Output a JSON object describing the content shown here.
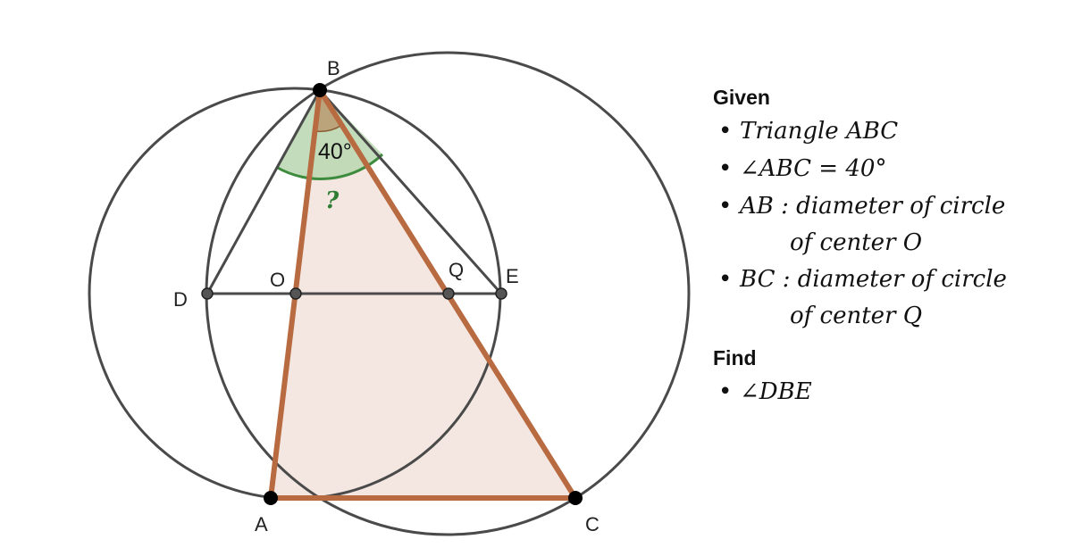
{
  "diagram": {
    "points": {
      "A": {
        "label": "A"
      },
      "B": {
        "label": "B"
      },
      "C": {
        "label": "C"
      },
      "D": {
        "label": "D"
      },
      "E": {
        "label": "E"
      },
      "O": {
        "label": "O"
      },
      "Q": {
        "label": "Q"
      }
    },
    "angle_label": "40°",
    "unknown_label": "?",
    "colors": {
      "circle_stroke": "#4a4a4a",
      "triangle_stroke": "#b86a40",
      "triangle_fill": "#f4e7e1",
      "sector_fill": "#b9d7b0",
      "sector_stroke": "#3d8b3d",
      "angle_wedge_fill": "#b89268",
      "unknown_color": "#2e7d32"
    }
  },
  "panel": {
    "given_heading": "Given",
    "given_items": [
      {
        "line1": "Triangle ABC",
        "line2": ""
      },
      {
        "line1": "∠ABC = 40°",
        "line2": ""
      },
      {
        "line1": "AB : diameter of circle",
        "line2": "of center O"
      },
      {
        "line1": "BC : diameter of circle",
        "line2": "of center Q"
      }
    ],
    "find_heading": "Find",
    "find_items": [
      {
        "line1": "∠DBE",
        "line2": ""
      }
    ]
  }
}
